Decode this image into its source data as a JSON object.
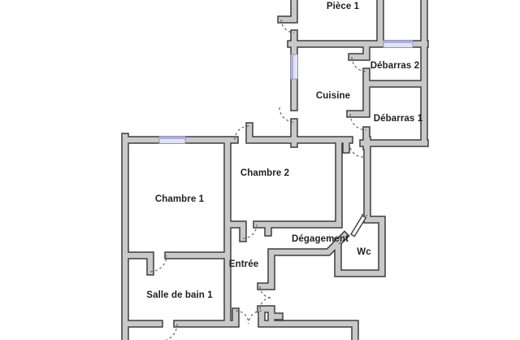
{
  "colors": {
    "background": "#ffffff",
    "wall_fill": "#c9c9c9",
    "wall_stroke": "#3d3d3d",
    "window_fill": "#e2e2f6",
    "window_accent": "#a3a3e3",
    "door_arc": "#5a5a5a",
    "label_color": "#1f1f1f"
  },
  "rooms": [
    {
      "id": "piece-1",
      "label": "Pièce 1"
    },
    {
      "id": "debarras-2",
      "label": "Débarras 2"
    },
    {
      "id": "cuisine",
      "label": "Cuisine"
    },
    {
      "id": "debarras-1",
      "label": "Débarras 1"
    },
    {
      "id": "chambre-2",
      "label": "Chambre 2"
    },
    {
      "id": "chambre-1",
      "label": "Chambre 1"
    },
    {
      "id": "degagement",
      "label": "Dégagement"
    },
    {
      "id": "wc",
      "label": "Wc"
    },
    {
      "id": "entree",
      "label": "Entrée"
    },
    {
      "id": "salle-de-bain-1",
      "label": "Salle de bain 1"
    }
  ]
}
